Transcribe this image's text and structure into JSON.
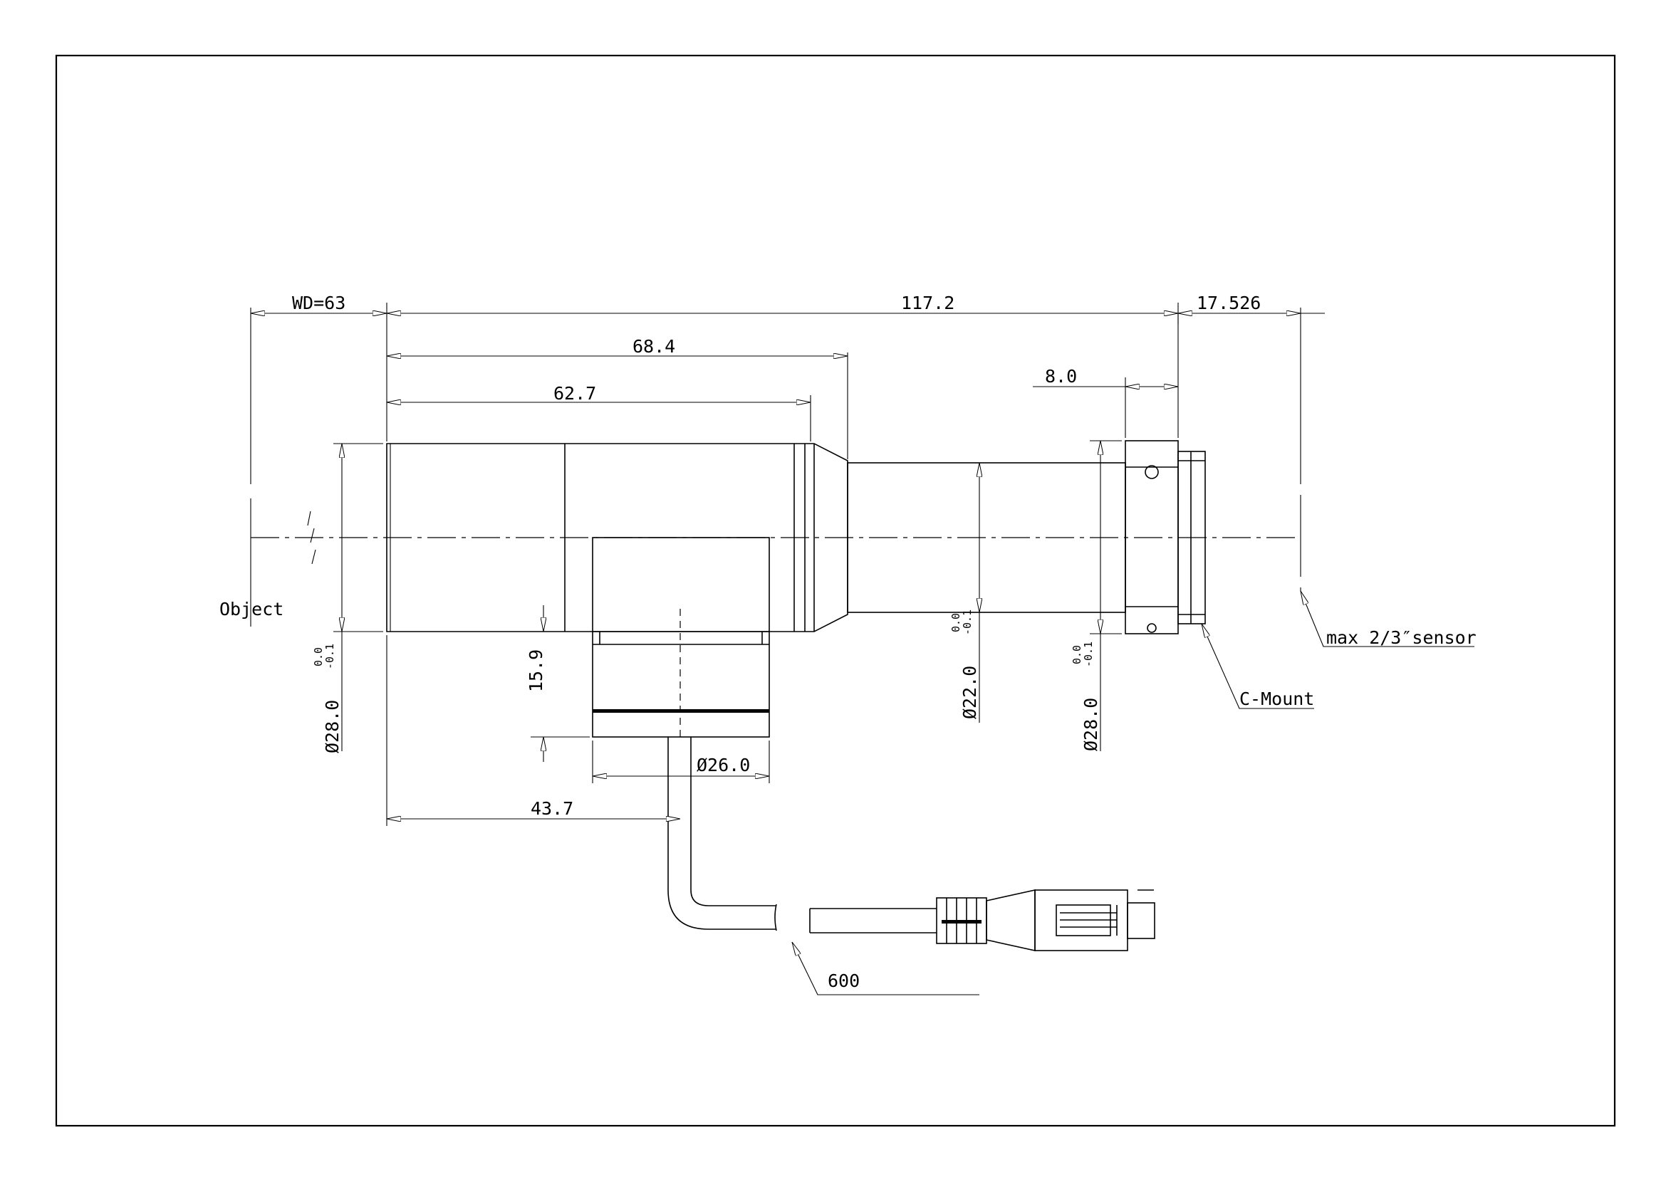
{
  "drawing": {
    "labels": {
      "object": "Object",
      "sensor": "max 2/3″sensor",
      "mount": "C-Mount",
      "cable_length": "600"
    },
    "dimensions": {
      "wd": "WD=63",
      "overall": "117.2",
      "flange_back": "17.526",
      "len_68": "68.4",
      "len_62": "62.7",
      "len_8": "8.0",
      "height_15": "15.9",
      "dia_26": "Ø26.0",
      "len_43": "43.7",
      "dia_28_front": "Ø28.0",
      "dia_22": "Ø22.0",
      "dia_28_rear": "Ø28.0"
    },
    "tolerance": {
      "upper": "0.0",
      "lower": "-0.1"
    }
  }
}
